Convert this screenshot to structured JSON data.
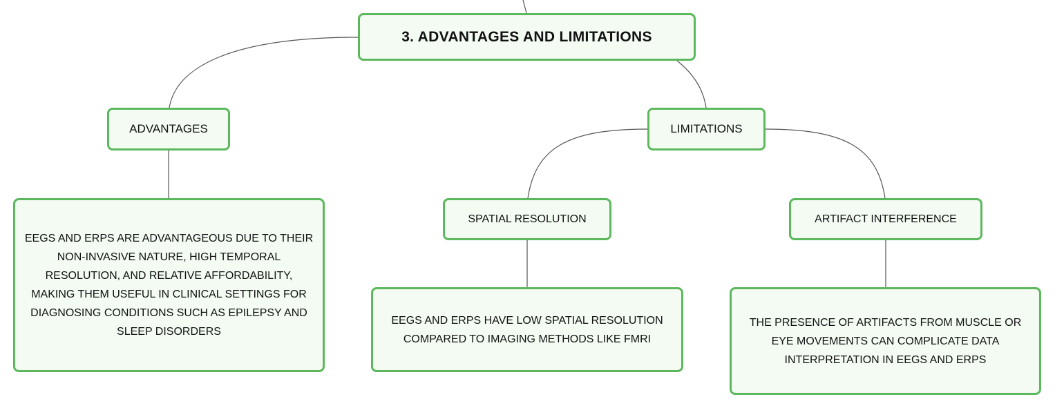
{
  "root": {
    "title": "3. ADVANTAGES AND LIMITATIONS"
  },
  "advantages": {
    "label": "ADVANTAGES",
    "description": [
      "EEGS AND ERPS ARE ADVANTAGEOUS DUE TO THEIR",
      "NON-INVASIVE NATURE, HIGH TEMPORAL",
      "RESOLUTION, AND RELATIVE AFFORDABILITY,",
      "MAKING THEM USEFUL IN CLINICAL SETTINGS FOR",
      "DIAGNOSING CONDITIONS SUCH AS EPILEPSY AND",
      "SLEEP DISORDERS"
    ]
  },
  "limitations": {
    "label": "LIMITATIONS",
    "spatial": {
      "label": "SPATIAL RESOLUTION",
      "description": [
        "EEGS AND ERPS HAVE LOW SPATIAL RESOLUTION",
        "COMPARED TO IMAGING METHODS LIKE FMRI"
      ]
    },
    "artifact": {
      "label": "ARTIFACT INTERFERENCE",
      "description": [
        "THE PRESENCE OF ARTIFACTS FROM MUSCLE OR",
        "EYE MOVEMENTS CAN COMPLICATE DATA",
        "INTERPRETATION IN EEGS AND ERPS"
      ]
    }
  },
  "colors": {
    "node_border": "#5cb85c",
    "node_fill": "#f3fbf3",
    "connector": "#555555"
  }
}
